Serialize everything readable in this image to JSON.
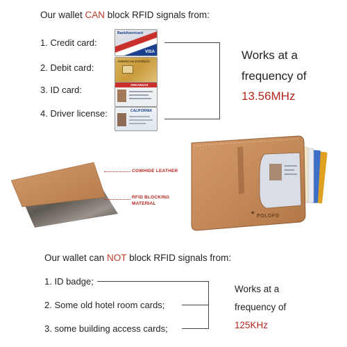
{
  "top": {
    "heading_pre": "Our wallet ",
    "heading_can": "CAN",
    "heading_post": " block RFID signals from:",
    "items": [
      {
        "label": "1. Credit card:"
      },
      {
        "label": "2. Debit card:"
      },
      {
        "label": "3. ID card:"
      },
      {
        "label": "4. Driver license:"
      }
    ],
    "freq_line1": "Works at a",
    "freq_line2": "frequency of",
    "freq_value": "13.56MHz"
  },
  "cards": {
    "credit_bank": "BankAmericard",
    "credit_brand": "VISA",
    "debit_brand": "AMERICAN EXPRESS",
    "id_state": "ARKANSAS",
    "license_state": "CALIFORNIA"
  },
  "layers": {
    "cowhide_label": "COWHIDE LEATHER",
    "rfid_label_line1": "RFID BLOCKING",
    "rfid_label_line2": "MATERIAL"
  },
  "wallet": {
    "brand": "POLOFO"
  },
  "bottom": {
    "heading_pre": "Our wallet can ",
    "heading_not": "NOT",
    "heading_post": " block RFID signals from:",
    "items": [
      {
        "label": "1. ID badge;"
      },
      {
        "label": "2. Some old hotel room cards;"
      },
      {
        "label": "3. some building access cards;"
      }
    ],
    "freq_line1": "Works at a",
    "freq_line2": "frequency of",
    "freq_value": "125KHz"
  },
  "colors": {
    "accent_red": "#b3261e",
    "leather": "#c48a5a",
    "rfid_material": "#6b645e"
  }
}
